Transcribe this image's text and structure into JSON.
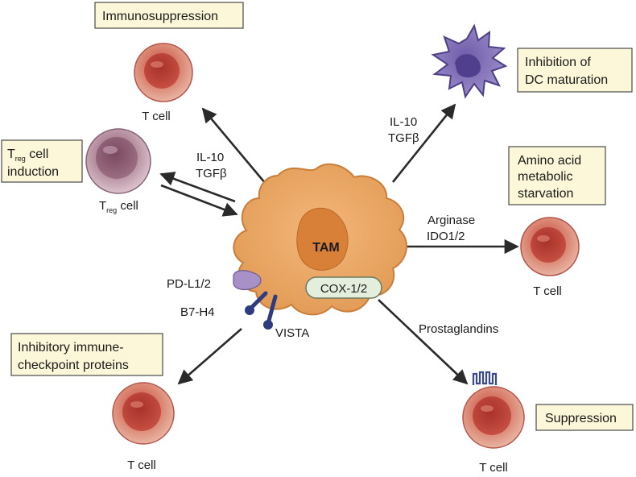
{
  "diagram": {
    "center": "TAM",
    "enzyme": "COX-1/2",
    "boxes": {
      "immunosuppression": "Immunosuppression",
      "dc_line1": "Inhibition of",
      "dc_line2": "DC maturation",
      "treg_line1_pre": "T",
      "treg_line1_sub": "reg",
      "treg_line1_post": " cell",
      "treg_line2": "induction",
      "amino_line1": "Amino acid",
      "amino_line2": "metabolic",
      "amino_line3": "starvation",
      "checkpoint_line1": "Inhibitory immune-",
      "checkpoint_line2": "checkpoint proteins",
      "suppression": "Suppression"
    },
    "cells": {
      "tcell": "T cell",
      "treg_pre": "T",
      "treg_sub": "reg",
      "treg_post": " cell"
    },
    "labels": {
      "il10": "IL-10",
      "tgfb": "TGFβ",
      "arginase": "Arginase",
      "ido": "IDO1/2",
      "prostaglandins": "Prostaglandins",
      "pdl": "PD-L1/2",
      "b7h4": "B7-H4",
      "vista": "VISTA"
    },
    "colors": {
      "tam": "#E8A868",
      "tam_nucleus": "#D4803C",
      "tcell": "#C9675A",
      "treg": "#A37C8C",
      "dc": "#7B6BB3",
      "box_fill": "#FBF7D8",
      "cox_fill": "#E3EEDC"
    }
  }
}
